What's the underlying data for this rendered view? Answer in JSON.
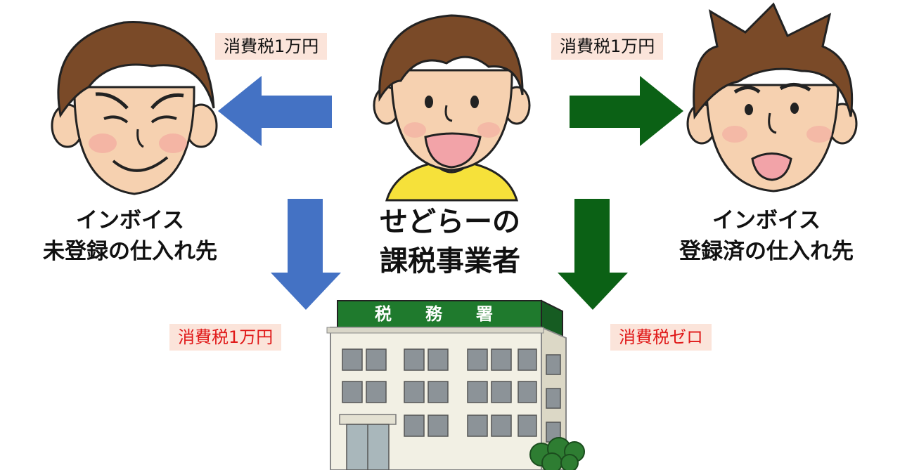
{
  "left_party": {
    "line1": "インボイス",
    "line2": "未登録の仕入れ先",
    "tax_label": "消費税1万円"
  },
  "center_party": {
    "line1": "せどらーの",
    "line2": "課税事業者"
  },
  "right_party": {
    "line1": "インボイス",
    "line2": "登録済の仕入れ先",
    "tax_label": "消費税1万円"
  },
  "tax_office": {
    "sign": [
      "税",
      "務",
      "署"
    ],
    "left_payment_label": "消費税1万円",
    "right_payment_label": "消費税ゼロ"
  },
  "colors": {
    "blue_arrow": "#4472c4",
    "green_arrow": "#0b6115",
    "tag_bg": "#fbe4da",
    "red_text": "#e01818"
  }
}
